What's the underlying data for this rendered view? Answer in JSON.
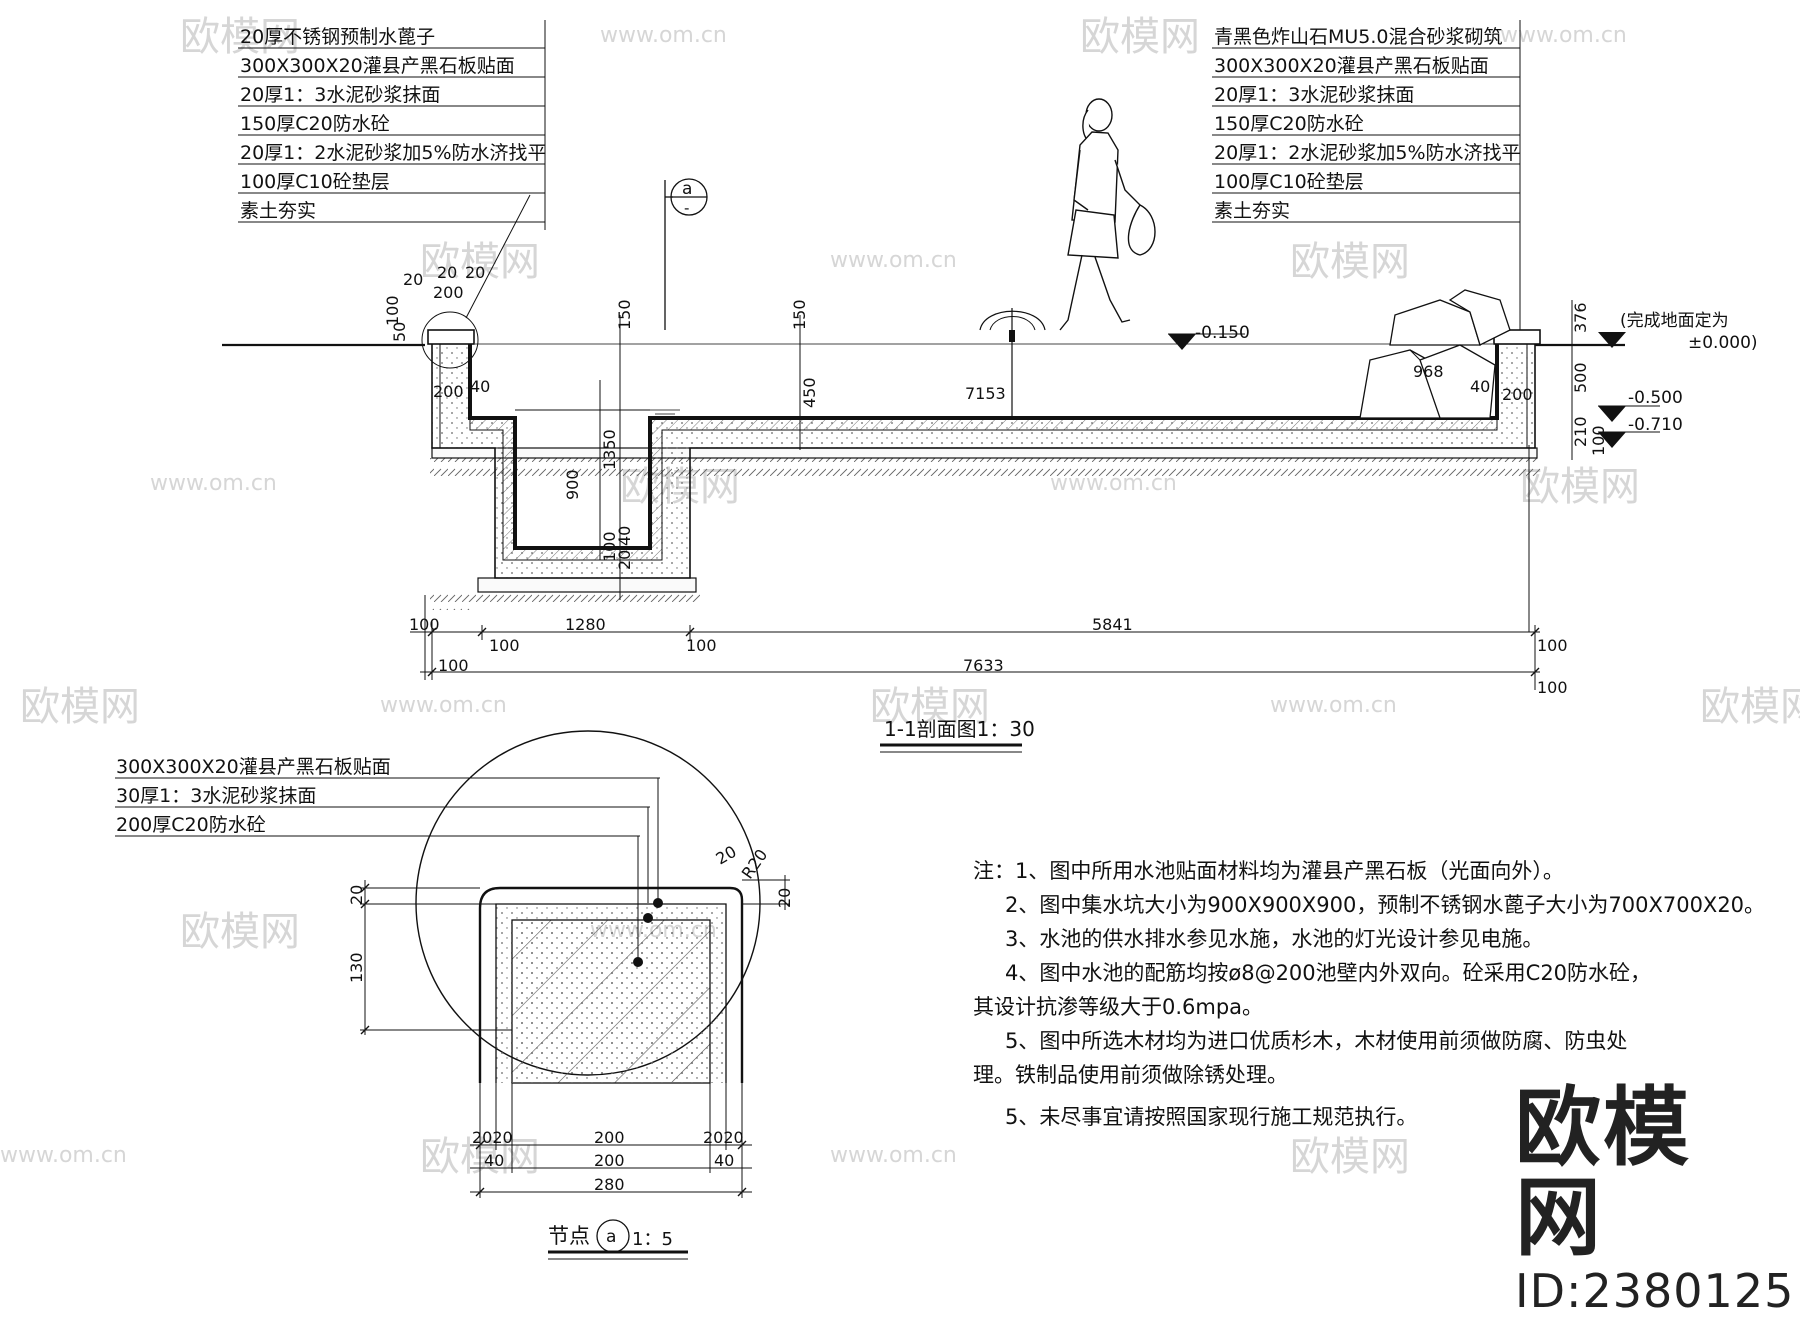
{
  "section": {
    "title": "1-1剖面图1：30",
    "left_callouts": [
      "20厚不锈钢预制水蓖子",
      "300X300X20灌县产黑石板贴面",
      "20厚1：3水泥砂浆抹面",
      "150厚C20防水砼",
      "20厚1：2水泥砂浆加5%防水济找平",
      "100厚C10砼垫层",
      "素土夯实"
    ],
    "right_callouts": [
      "青黑色炸山石MU5.0混合砂浆砌筑",
      "300X300X20灌县产黑石板贴面",
      "20厚1：3水泥砂浆抹面",
      "150厚C20防水砼",
      "20厚1：2水泥砂浆加5%防水济找平",
      "100厚C10砼垫层",
      "素土夯实"
    ],
    "detail_ref": "a",
    "detail_ref_sub": "-",
    "elevations": {
      "water": "-0.150",
      "bottom": "-0.500",
      "base": "-0.710",
      "finish_note_1": "(完成地面定为",
      "finish_note_2": "±0.000)"
    },
    "dims": {
      "d20a": "20",
      "d20b": "20",
      "d20c": "20",
      "d200": "200",
      "d100a": "100",
      "d50": "50",
      "d40a": "40",
      "d200b": "200",
      "d150a": "150",
      "d150b": "150",
      "d450": "450",
      "d1350": "1350",
      "d900": "900",
      "d100v": "100",
      "d20v": "20",
      "d40v": "40",
      "d7153": "7153",
      "d968": "968",
      "d40b": "40",
      "d200c": "200",
      "d376": "376",
      "d500": "500",
      "d210": "210",
      "d100r": "100",
      "d100sm": "100",
      "d1280": "1280",
      "d5841": "5841",
      "d100c": "100",
      "d100d": "100",
      "d100e": "100",
      "d7633": "7633",
      "d100f": "100",
      "d100g": "100"
    }
  },
  "detail": {
    "callouts": [
      "300X300X20灌县产黑石板贴面",
      "30厚1：3水泥砂浆抹面",
      "200厚C20防水砼"
    ],
    "dims": {
      "d20t": "20",
      "r20": "R20",
      "d20r": "20",
      "d20l": "20",
      "d130": "130",
      "b2020a": "2020",
      "b200": "200",
      "b2020b": "2020",
      "c40a": "40",
      "c200": "200",
      "c40b": "40",
      "d280": "280"
    },
    "title_prefix": "节点",
    "title_ref": "a",
    "title_scale": "1：5"
  },
  "notes": [
    "注：1、图中所用水池贴面材料均为灌县产黑石板（光面向外）。",
    "2、图中集水坑大小为900X900X900，预制不锈钢水蓖子大小为700X700X20。",
    "3、水池的供水排水参见水施，水池的灯光设计参见电施。",
    "4、图中水池的配筋均按ø8@200池壁内外双向。砼采用C20防水砼，其设计抗渗等级大于0.6mpa。",
    "5、图中所选木材均为进口优质杉木，木材使用前须做防腐、防虫处理。铁制品使用前须做除锈处理。",
    "5、未尽事宜请按照国家现行施工规范执行。"
  ],
  "watermark": {
    "brand": "欧模网",
    "site": "www.om.cn",
    "id": "ID:2380125"
  }
}
